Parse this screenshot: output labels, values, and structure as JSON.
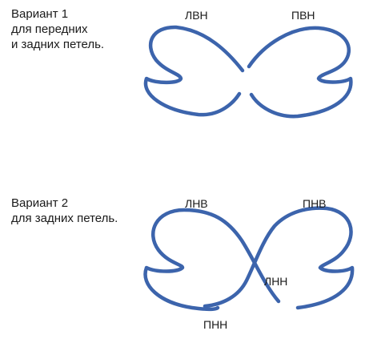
{
  "variant1": {
    "caption_lines": [
      "Вариант 1",
      "для передних",
      "и задних петель."
    ],
    "label_left": "ЛВН",
    "label_right": "ПВН"
  },
  "variant2": {
    "caption_lines": [
      "Вариант 2",
      "для задних петель."
    ],
    "label_top_left": "ЛНВ",
    "label_top_right": "ПНВ",
    "label_cross": "ЛНН",
    "label_bottom": "ПНН"
  },
  "colors": {
    "stroke": "#3c64ac",
    "text": "#1a1a1a"
  }
}
